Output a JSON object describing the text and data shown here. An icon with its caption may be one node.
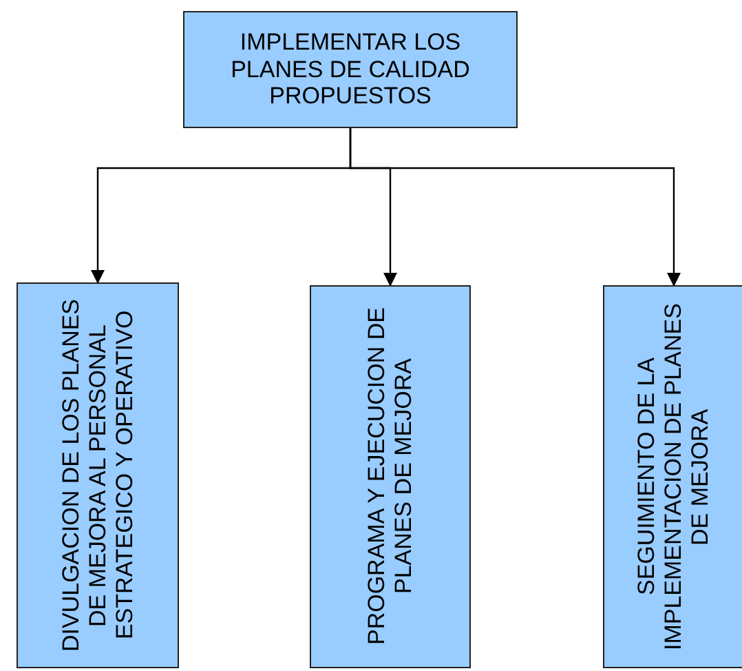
{
  "diagram": {
    "nodes": [
      {
        "text": [
          "IMPLEMENTAR LOS PLANES DE CALIDAD PROPUESTOS"
        ]
      },
      {
        "text": [
          "DIVULGACION DE LOS PLANES DE MEJORA AL PERSONAL ESTRATEGICO Y OPERATIVO"
        ]
      },
      {
        "text": [
          "PROGRAMA Y EJECUCION DE PLANES DE MEJORA"
        ]
      },
      {
        "text": [
          "SEGUIMIENTO DE LA IMPLEMENTACION DE PLANES DE MEJORA"
        ]
      }
    ],
    "edges": [
      {
        "from": 0,
        "to": 1,
        "arrow": "to"
      },
      {
        "from": 0,
        "to": 2,
        "arrow": "to"
      },
      {
        "from": 0,
        "to": 3,
        "arrow": "to"
      }
    ]
  }
}
